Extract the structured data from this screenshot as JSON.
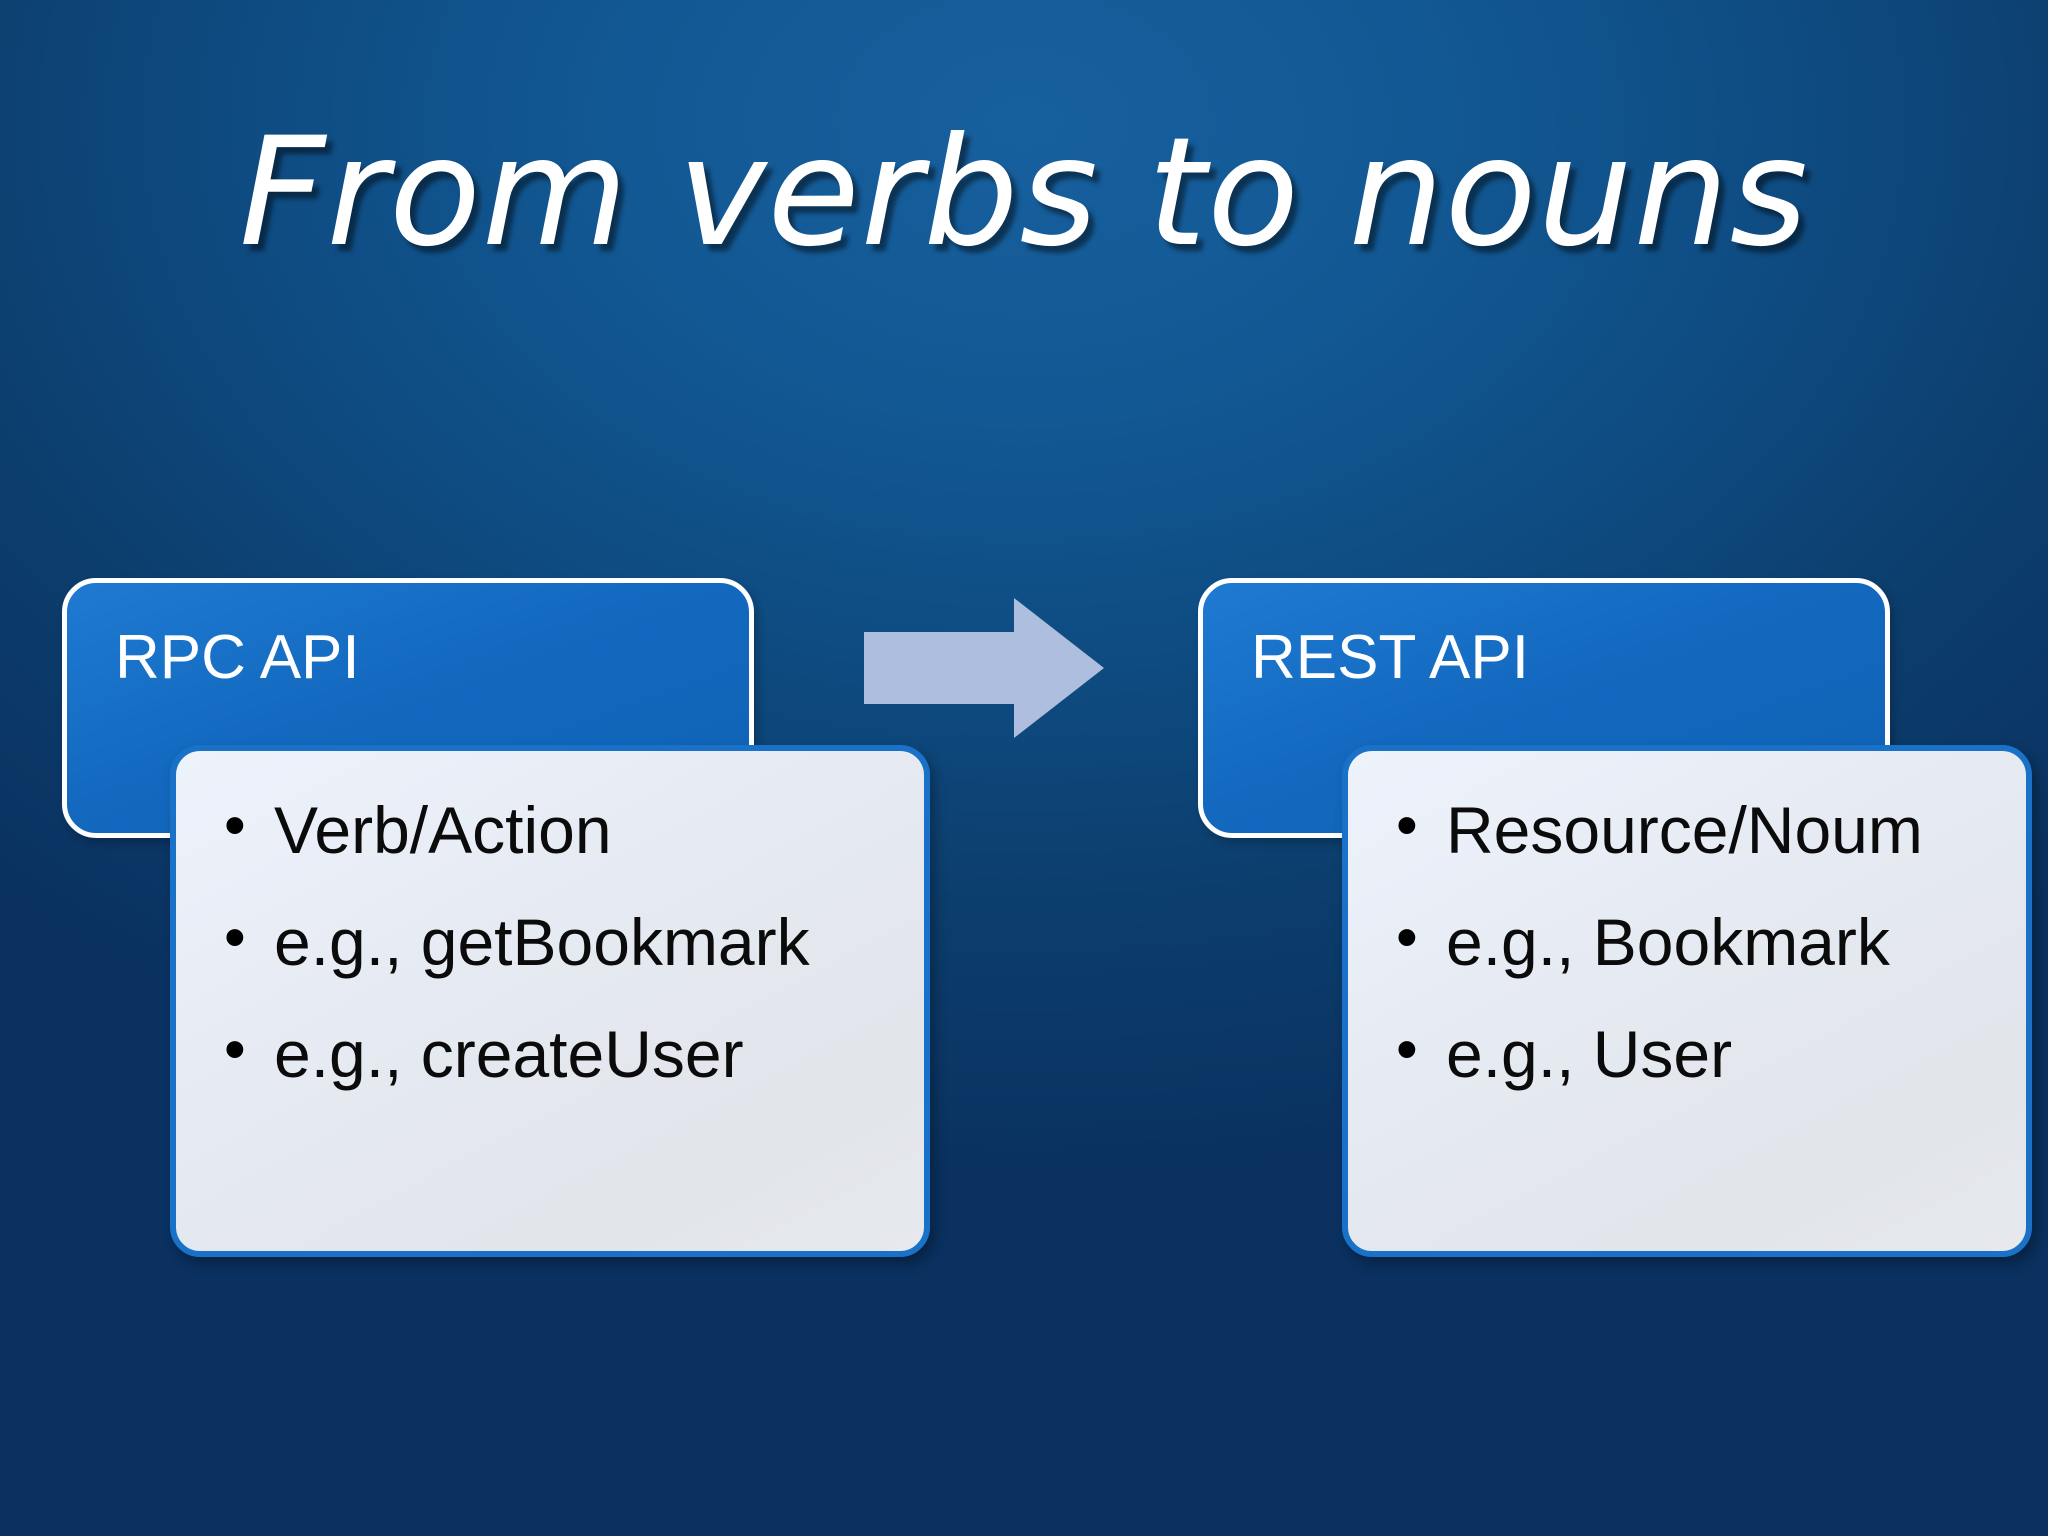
{
  "slide": {
    "title": "From verbs to nouns",
    "background_top_color": "#17609E",
    "background_bottom_color": "#0A3160"
  },
  "left_group": {
    "header_label": "RPC API",
    "header_color": "#1369BF",
    "panel_color": "#E7EBF2",
    "bullets": [
      "Verb/Action",
      "e.g., getBookmark",
      "e.g., createUser"
    ]
  },
  "arrow": {
    "icon_name": "right-arrow-icon",
    "color": "#AEBEDE",
    "direction": "right"
  },
  "right_group": {
    "header_label": "REST API",
    "header_color": "#1369BF",
    "panel_color": "#E7EBF2",
    "bullets": [
      "Resource/Noum",
      "e.g., Bookmark",
      "e.g., User"
    ]
  }
}
